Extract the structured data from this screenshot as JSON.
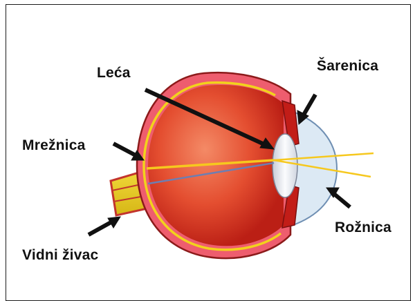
{
  "diagram": {
    "labels": {
      "lens": "Leća",
      "iris": "Šarenica",
      "retina": "Mrežnica",
      "cornea": "Rožnica",
      "optic_nerve": "Vidni živac"
    },
    "colors": {
      "eyeball_light": "#f07a5a",
      "eyeball_mid": "#e0482c",
      "eyeball_dark": "#b81e14",
      "sclera_outline": "#8c1a1a",
      "sclera_band": "#ee5d6e",
      "retina_line": "#f2d21c",
      "lens_fill": "#eef1f6",
      "cornea_fill": "#dce9f4",
      "light_ray": "#f6c81e",
      "nerve": "#e9cf20",
      "arrow": "#111111"
    }
  }
}
